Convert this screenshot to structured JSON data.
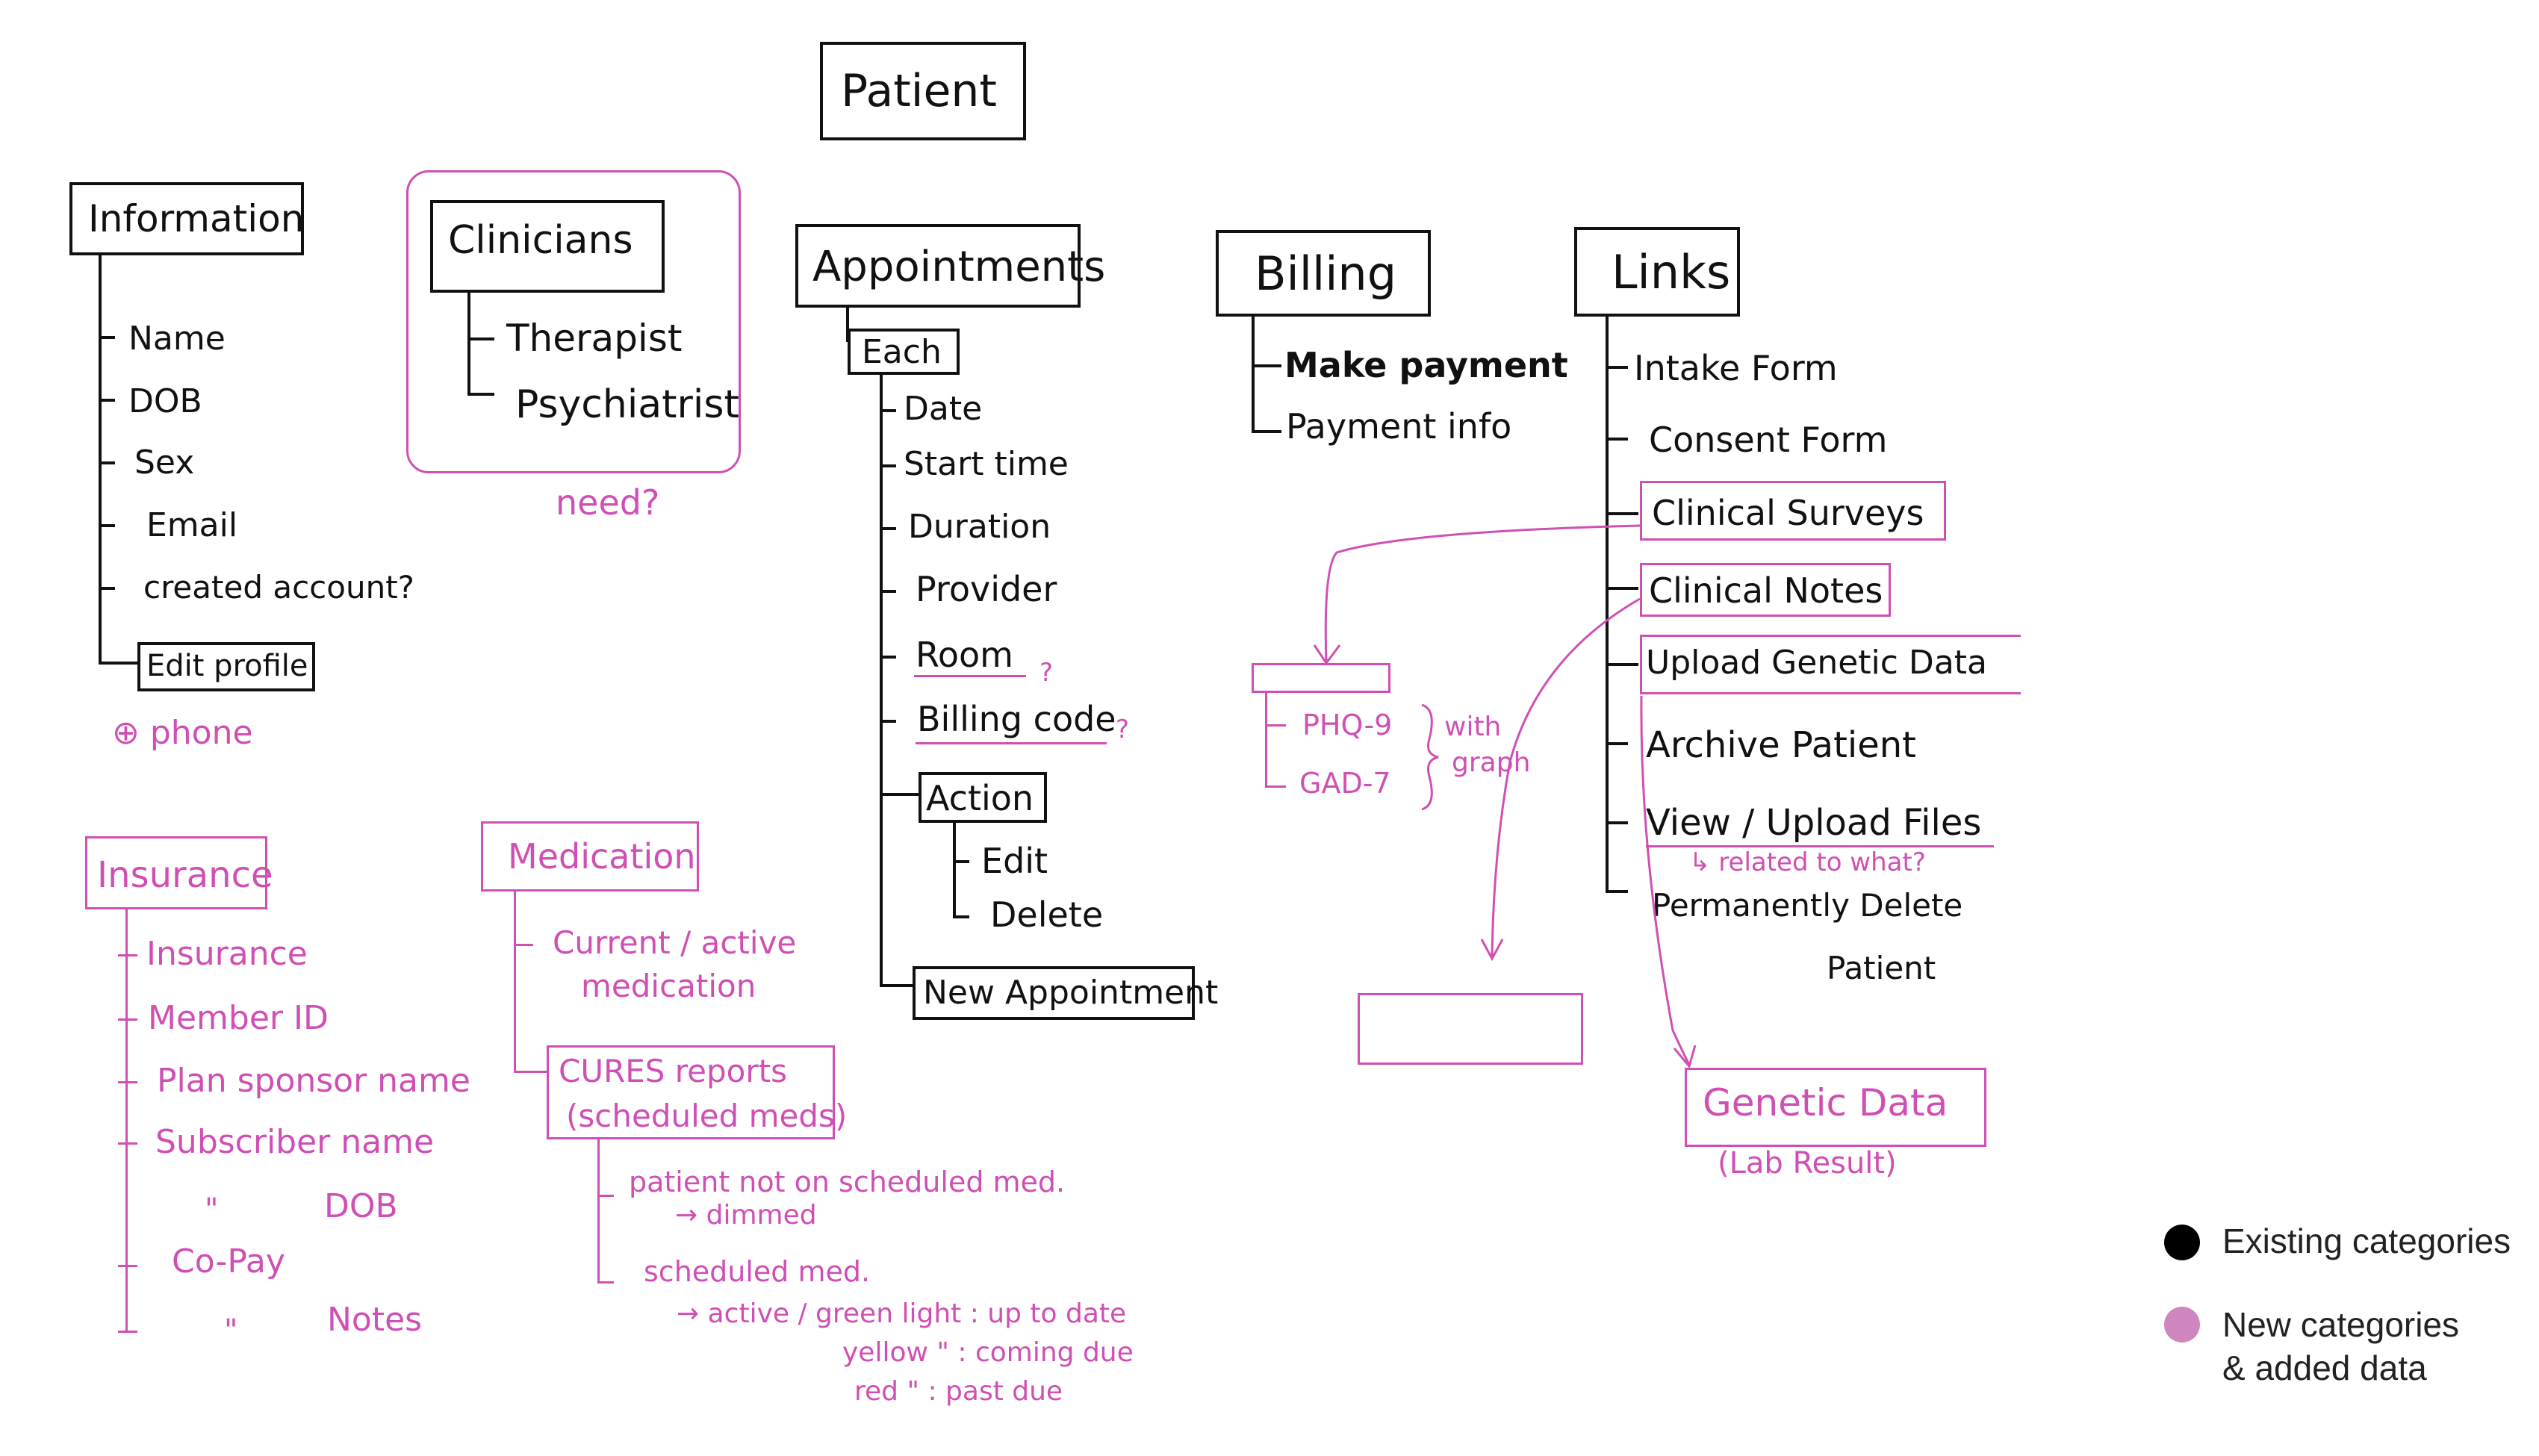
{
  "colors": {
    "existing": "#111111",
    "new": "#d04fb4",
    "background": "#ffffff"
  },
  "root": "Patient",
  "information": {
    "title": "Information",
    "items": [
      "Name",
      "DOB",
      "Sex",
      "Email",
      "created account?"
    ],
    "edit_profile": "Edit profile",
    "phone_note": "⊕ phone"
  },
  "clinicians": {
    "title": "Clinicians",
    "items": [
      "Therapist",
      "Psychiatrist"
    ],
    "note": "need?"
  },
  "appointments": {
    "title": "Appointments",
    "each": "Each",
    "items": [
      "Date",
      "Start time",
      "Duration",
      "Provider",
      "Room",
      "Billing code"
    ],
    "room_q": "?",
    "billing_q": "?",
    "action": "Action",
    "action_items": [
      "Edit",
      "Delete"
    ],
    "new_appointment": "New Appointment"
  },
  "billing": {
    "title": "Billing",
    "items": [
      "Make payment",
      "Payment info"
    ]
  },
  "links": {
    "title": "Links",
    "items": [
      "Intake Form",
      "Consent Form",
      "Clinical Surveys",
      "Clinical Notes",
      "Upload Genetic Data",
      "Archive Patient",
      "View / Upload Files",
      "Permanently Delete",
      "Patient"
    ],
    "files_note": "↳ related to what?"
  },
  "surveys": {
    "items": [
      "PHQ-9",
      "GAD-7"
    ],
    "note": [
      "with",
      "graph"
    ]
  },
  "genetic": {
    "title": "Genetic Data",
    "subtitle": "(Lab Result)"
  },
  "insurance": {
    "title": "Insurance",
    "items": [
      "Insurance",
      "Member ID",
      "Plan sponsor name",
      "Subscriber name",
      "\"",
      "DOB",
      "Co-Pay",
      "\"",
      "Notes"
    ]
  },
  "medication": {
    "title": "Medication",
    "current": [
      "Current / active",
      "medication"
    ],
    "cures": [
      "CURES reports",
      "(scheduled meds)"
    ],
    "not_scheduled": [
      "patient not on scheduled med.",
      "→ dimmed"
    ],
    "scheduled": "scheduled med.",
    "lights": [
      "→ active / green light : up to date",
      "yellow \" : coming due",
      "red \" : past due"
    ]
  },
  "legend": {
    "existing": "Existing categories",
    "new": [
      "New categories",
      "& added data"
    ]
  }
}
